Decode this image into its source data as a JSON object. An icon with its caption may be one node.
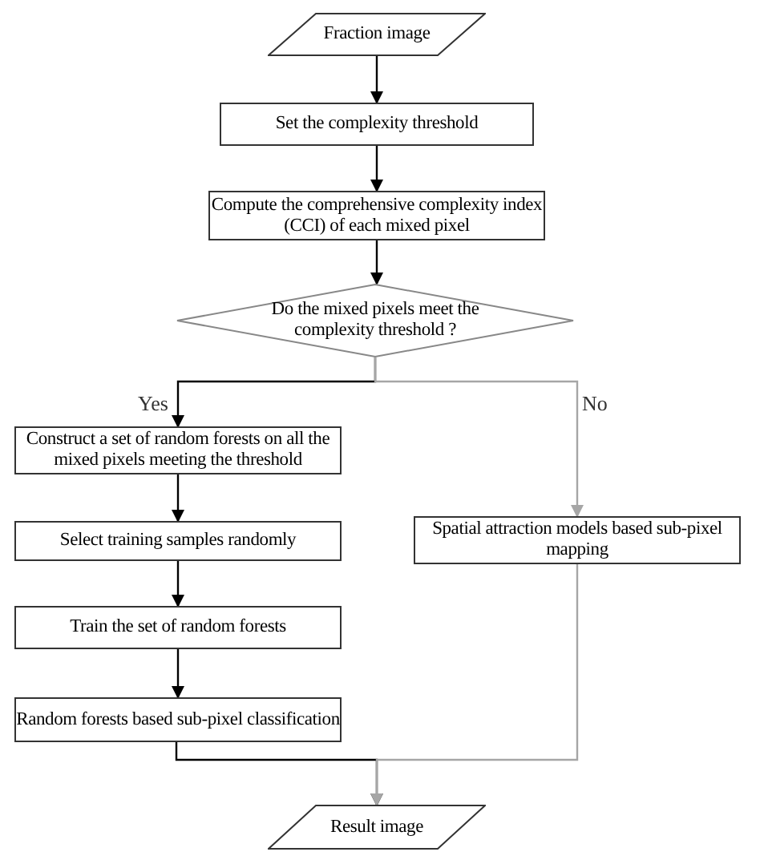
{
  "diagram": {
    "nodes": [
      {
        "text": [
          "Fraction image"
        ]
      },
      {
        "text": [
          "Set the complexity threshold"
        ]
      },
      {
        "text": [
          "Compute the comprehensive complexity index (CCI) of each mixed pixel"
        ]
      },
      {
        "text": [
          "Do the mixed pixels meet the complexity threshold ?"
        ]
      },
      {
        "text": [
          "Construct a set of random forests on all the mixed pixels meeting the threshold"
        ]
      },
      {
        "text": [
          "Select training samples randomly"
        ]
      },
      {
        "text": [
          "Train the set of random forests"
        ]
      },
      {
        "text": [
          "Random forests based sub-pixel classification"
        ]
      },
      {
        "text": [
          "Spatial attraction models based sub-pixel mapping"
        ]
      },
      {
        "text": [
          "Result image"
        ]
      }
    ],
    "edges": [
      {
        "from": 0,
        "to": 1,
        "arrow": "to"
      },
      {
        "from": 1,
        "to": 2,
        "arrow": "to"
      },
      {
        "from": 2,
        "to": 3,
        "arrow": "to"
      },
      {
        "from": 3,
        "to": 4,
        "arrow": "to",
        "label": "Yes"
      },
      {
        "from": 3,
        "to": 8,
        "arrow": "to",
        "label": "No",
        "color": "#a6a6a6"
      },
      {
        "from": 4,
        "to": 5,
        "arrow": "to"
      },
      {
        "from": 5,
        "to": 6,
        "arrow": "to"
      },
      {
        "from": 6,
        "to": 7,
        "arrow": "to"
      },
      {
        "from": 7,
        "to": 9,
        "arrow": "to"
      },
      {
        "from": 8,
        "to": 9,
        "arrow": "to",
        "color": "#a6a6a6"
      }
    ]
  }
}
